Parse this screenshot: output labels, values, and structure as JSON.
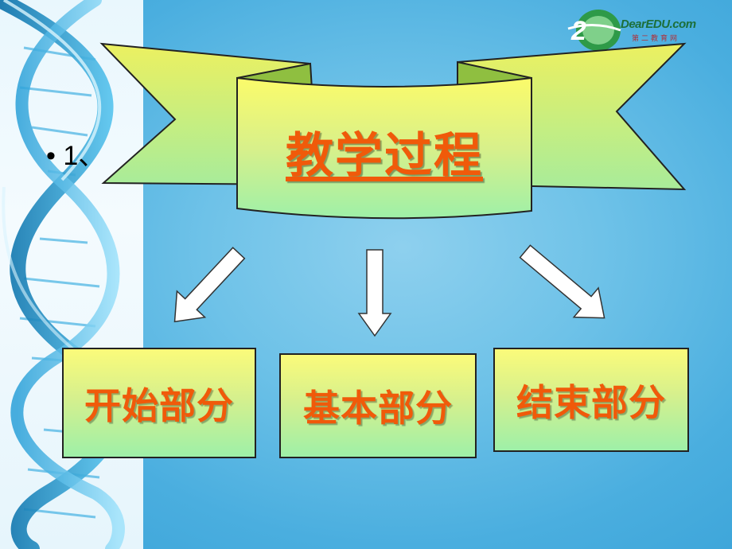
{
  "slide": {
    "bullet": "• 1、",
    "title": "教学过程",
    "parts": [
      {
        "label": "开始部分"
      },
      {
        "label": "基本部分"
      },
      {
        "label": "结束部分"
      }
    ]
  },
  "logo": {
    "main": "DearEDU.com",
    "sub": "第二教育网"
  },
  "colors": {
    "title_text": "#f05a0a",
    "ribbon_top": "#fbfb6a",
    "ribbon_bottom": "#9ef0a8",
    "background": "#5ab8e4",
    "arrow_fill": "#ffffff"
  },
  "icons": [
    "dna-helix-icon",
    "dearedu-logo-icon",
    "arrow-down-left-icon",
    "arrow-down-icon",
    "arrow-down-right-icon"
  ]
}
